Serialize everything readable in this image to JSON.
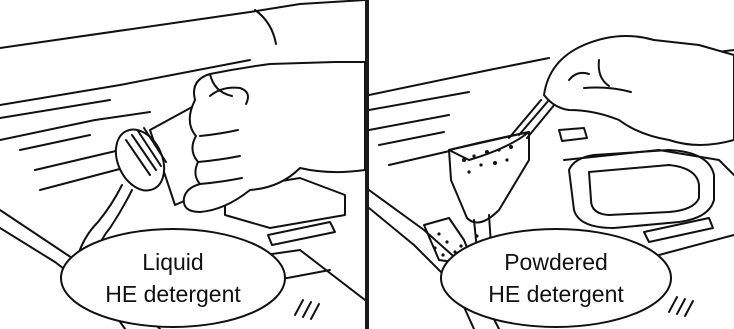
{
  "panels": [
    {
      "caption_line1": "Liquid",
      "caption_line2": "HE detergent",
      "illustration": "hand-pouring-liquid-detergent"
    },
    {
      "caption_line1": "Powdered",
      "caption_line2": "HE detergent",
      "illustration": "hand-pouring-powdered-detergent"
    }
  ]
}
